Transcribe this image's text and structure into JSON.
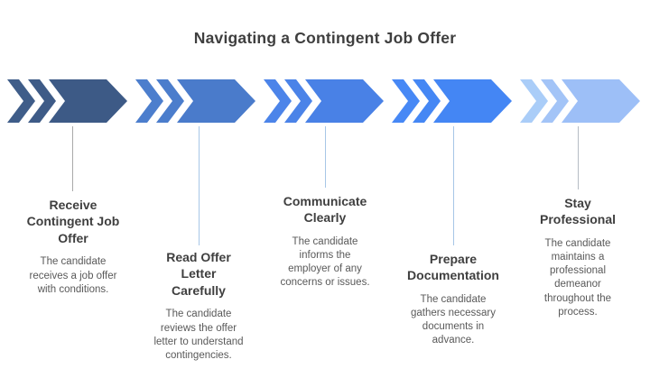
{
  "title": "Navigating a Contingent Job Offer",
  "colors": {
    "heading_text": "#3f3f3f",
    "description_text": "#595959",
    "step_palette": [
      "#3d5a86",
      "#4a7bcb",
      "#4981e6",
      "#4486f4",
      "#9dbff7"
    ]
  },
  "steps": [
    {
      "heading": "Receive Contingent Job Offer",
      "description": "The candidate receives a job offer with conditions.",
      "chevron1_color": "#3f5d89",
      "chevron2_color": "#3e5b87",
      "arrow_color": "#3d5a86"
    },
    {
      "heading": "Read Offer Letter Carefully",
      "description": "The candidate reviews the offer letter to understand contingencies.",
      "chevron1_color": "#4c7ecd",
      "chevron2_color": "#4b7dcc",
      "arrow_color": "#4a7bcb"
    },
    {
      "heading": "Communicate Clearly",
      "description": "The candidate informs the employer of any concerns or issues.",
      "chevron1_color": "#4c84e9",
      "chevron2_color": "#4b83e8",
      "arrow_color": "#4981e6"
    },
    {
      "heading": "Prepare Documentation",
      "description": "The candidate gathers necessary documents in advance.",
      "chevron1_color": "#4788f5",
      "chevron2_color": "#4587f4",
      "arrow_color": "#4486f4"
    },
    {
      "heading": "Stay Professional",
      "description": "The candidate maintains a professional demeanor throughout the process.",
      "chevron1_color": "#aacdf8",
      "chevron2_color": "#a3c4f7",
      "arrow_color": "#9dbff7"
    }
  ]
}
